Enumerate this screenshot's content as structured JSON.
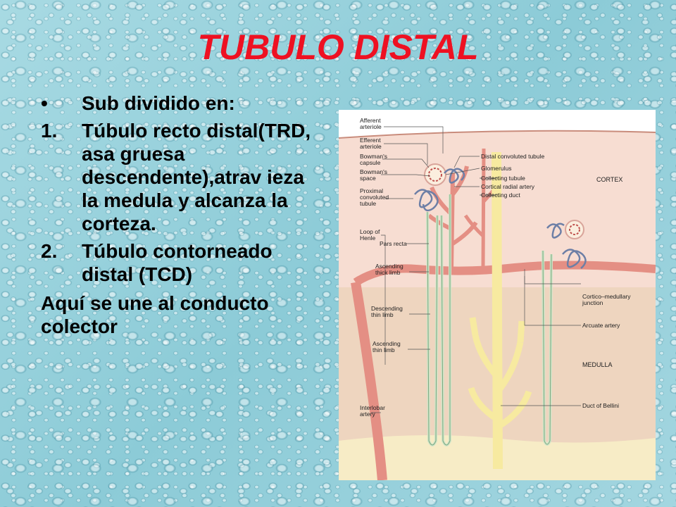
{
  "slide": {
    "title": "TUBULO DISTAL",
    "bullet_marker": "•",
    "bullet_text": "Sub dividido en:",
    "items": [
      {
        "marker": "1.",
        "text": "Túbulo recto distal(TRD, asa gruesa descendente),atrav ieza la medula y alcanza la corteza."
      },
      {
        "marker": "2.",
        "text": "Túbulo contorneado distal (TCD)"
      }
    ],
    "closing_text": "Aquí se une al conducto colector"
  },
  "figure": {
    "labels": {
      "afferent": "Afferent",
      "arteriole1": "arteriole",
      "efferent": "Efferent",
      "arteriole2": "arteriole",
      "bowmans": "Bowman's",
      "capsule": "capsule",
      "bowmans2": "Bowman's",
      "space": "space",
      "proximal": "Proximal",
      "convoluted": "convoluted",
      "tubule": "tubule",
      "loop_of": "Loop of",
      "henle": "Henle",
      "pars_recta": "Pars recta",
      "ascending1": "Ascending",
      "thick_limb": "thick limb",
      "descending": "Descending",
      "thin_limb1": "thin limb",
      "ascending2": "Ascending",
      "thin_limb2": "thin limb",
      "interlobar": "Interlobar",
      "artery": "artery",
      "distal_conv": "Distal convoluted tubule",
      "glomerulus": "Glomerulus",
      "collecting_tubule": "Collecting tubule",
      "cortical_radial": "Cortical radial artery",
      "collecting_duct": "Collecting duct",
      "cortex": "CORTEX",
      "cortico": "Cortico–medullary",
      "junction": "junction",
      "arcuate": "Arcuate artery",
      "medulla": "MEDULLA",
      "bellini": "Duct of Bellini"
    },
    "colors": {
      "cortex_bg": "#f7ddd2",
      "medulla_bg": "#eed5bf",
      "artery": "#e48f84",
      "duct": "#f7eaa0",
      "tubule": "#cfe5c8",
      "capsule_bg": "#fbeede"
    }
  }
}
